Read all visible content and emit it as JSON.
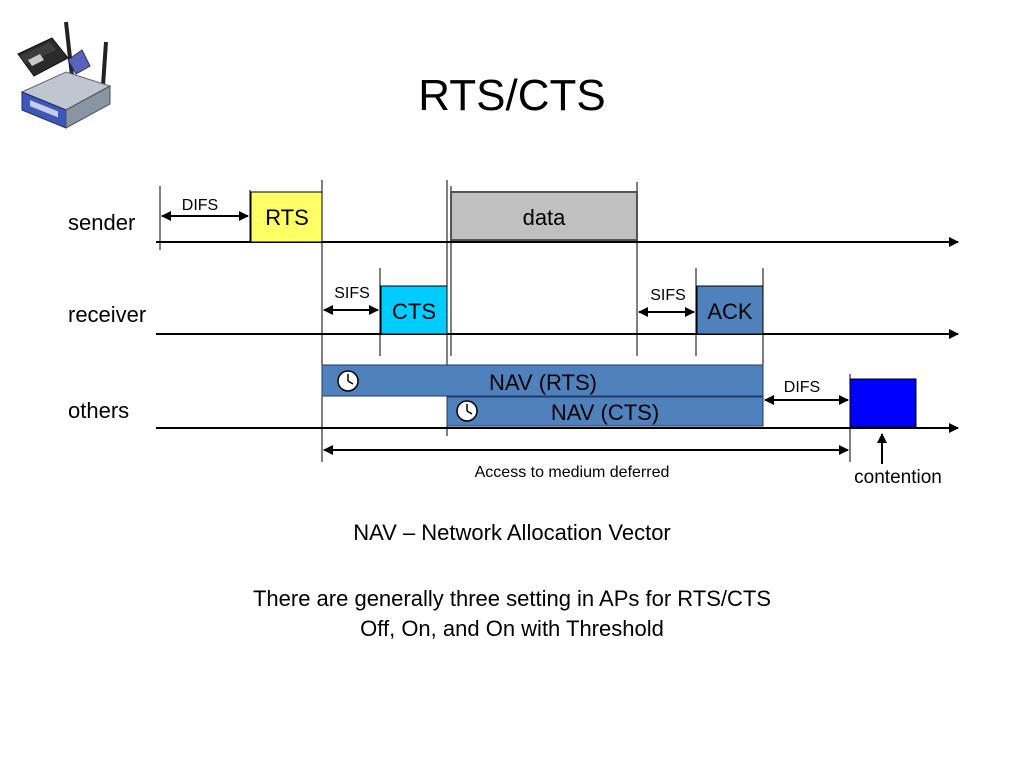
{
  "title": "RTS/CTS",
  "logo_icon": "wireless-router-and-card-icon",
  "rows": {
    "sender": "sender",
    "receiver": "receiver",
    "others": "others"
  },
  "frames": {
    "rts": {
      "label": "RTS",
      "color": "#ffff66"
    },
    "data": {
      "label": "data",
      "color": "#c0c0c0"
    },
    "cts": {
      "label": "CTS",
      "color": "#00ccff"
    },
    "ack": {
      "label": "ACK",
      "color": "#4f81bd"
    },
    "nav_rts": {
      "label": "NAV (RTS)",
      "color": "#4f81bd",
      "icon": "clock-icon"
    },
    "nav_cts": {
      "label": "NAV (CTS)",
      "color": "#4f81bd",
      "icon": "clock-icon"
    },
    "contention_block": {
      "color": "#0000ff"
    }
  },
  "intervals": {
    "difs_sender": "DIFS",
    "sifs_receiver_1": "SIFS",
    "sifs_receiver_2": "SIFS",
    "difs_others": "DIFS",
    "deferred": "Access to medium deferred",
    "contention": "contention"
  },
  "captions": {
    "nav_definition": "NAV – Network Allocation Vector",
    "line1": "There are generally three setting in APs for RTS/CTS",
    "line2": "Off, On, and On with Threshold"
  }
}
